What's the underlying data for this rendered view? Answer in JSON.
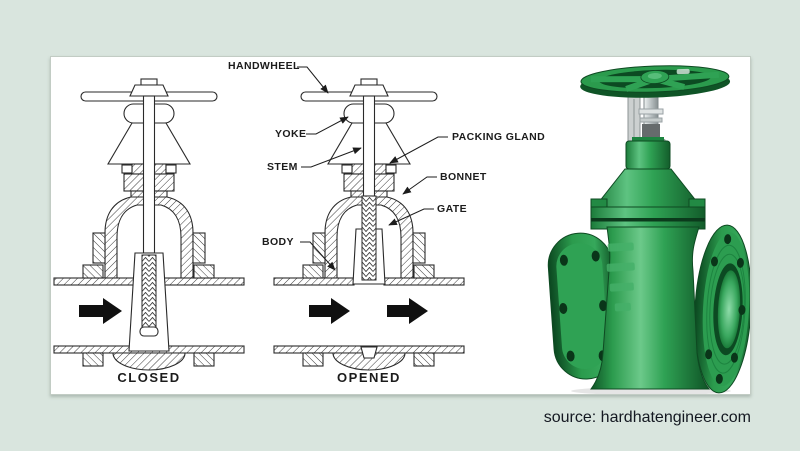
{
  "colors": {
    "background": "#d9e5de",
    "panel": "#ffffff",
    "line": "#2a2a2a",
    "label_text": "#1c1c1c",
    "source_text": "#141821",
    "valve_green": "#2b9b4d",
    "valve_green_dark": "#0e4a22",
    "valve_green_light": "#63c682",
    "stem_gray": "#b9c0c2"
  },
  "diagram": {
    "part_labels": {
      "handwheel": "HANDWHEEL",
      "yoke": "YOKE",
      "stem": "STEM",
      "packing_gland": "PACKING GLAND",
      "bonnet": "BONNET",
      "gate": "GATE",
      "body": "BODY"
    },
    "captions": {
      "closed": "CLOSED",
      "opened": "OPENED"
    }
  },
  "footer": {
    "source": "source: hardhatengineer.com"
  }
}
